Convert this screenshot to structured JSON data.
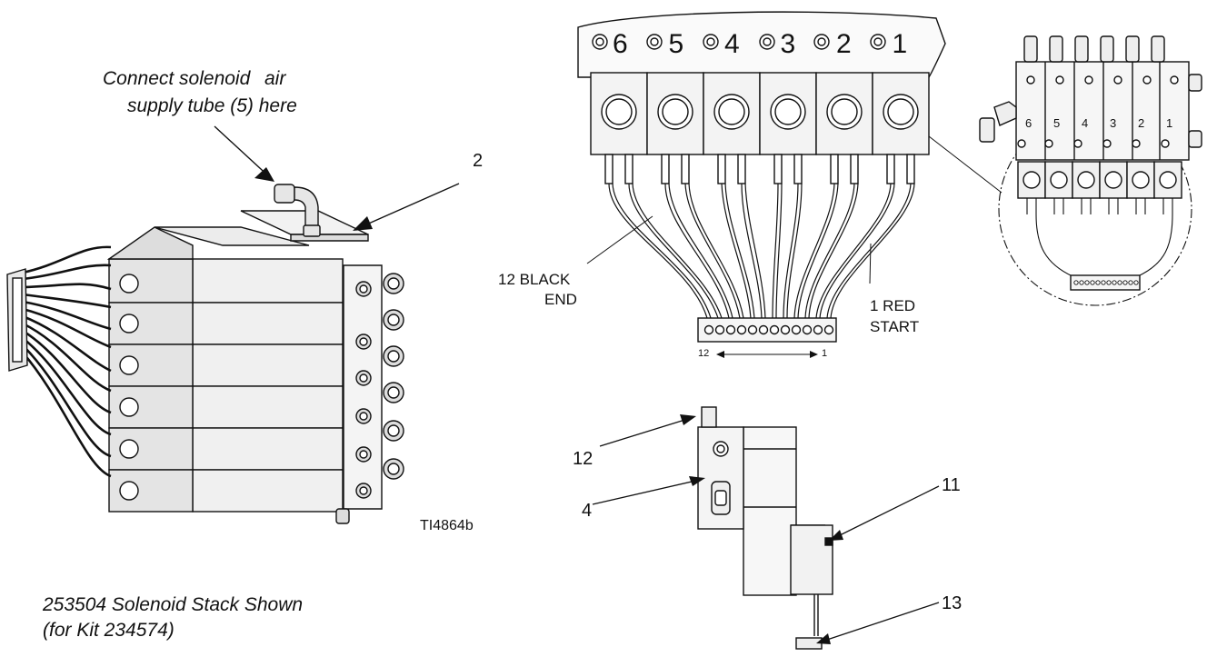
{
  "left_view": {
    "note_line1": "Connect solenoid",
    "note_line2": "air",
    "note_line3": "supply tube (5) here",
    "callout_2": "2",
    "figure_id": "TI4864b",
    "caption_line1": "253504 Solenoid Stack Shown",
    "caption_line2": "(for Kit 234574)"
  },
  "wiring_view": {
    "valve_numbers": [
      "6",
      "5",
      "4",
      "3",
      "2",
      "1"
    ],
    "black_end_line1": "12 BLACK",
    "black_end_line2": "END",
    "red_start_line1": "1 RED",
    "red_start_line2": "START",
    "scale_left": "12",
    "scale_right": "1"
  },
  "detail_view": {
    "valve_numbers": [
      "6",
      "5",
      "4",
      "3",
      "2",
      "1"
    ]
  },
  "bottom_view": {
    "callouts": [
      "12",
      "4",
      "11",
      "13"
    ]
  }
}
